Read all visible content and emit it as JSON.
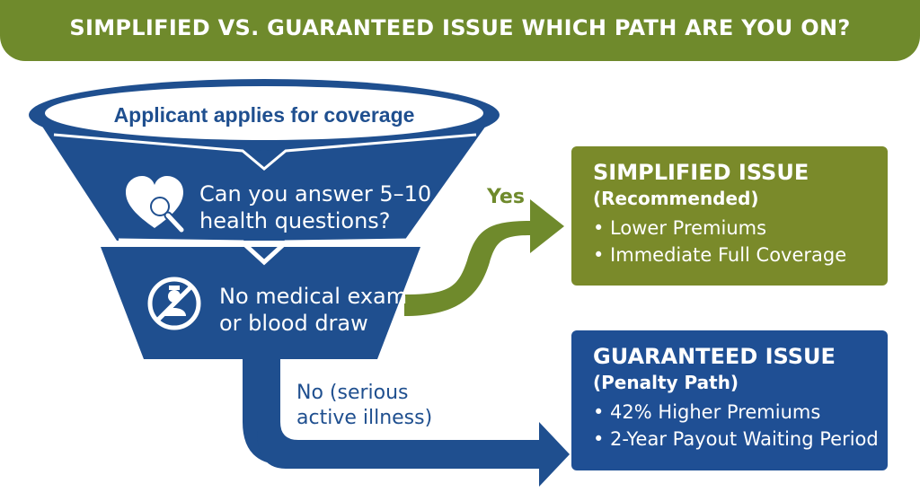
{
  "header": {
    "title": "SIMPLIFIED VS. GUARANTEED ISSUE WHICH PATH ARE YOU ON?"
  },
  "funnel": {
    "top_label": "Applicant applies for coverage",
    "step1_line1": "Can you answer 5–10",
    "step1_line2": "health questions?",
    "step2_line1": "No medical exam",
    "step2_line2": "or blood draw"
  },
  "branches": {
    "yes_label": "Yes",
    "no_line1": "No (serious",
    "no_line2": "active illness)"
  },
  "simplified": {
    "title": "SIMPLIFIED ISSUE",
    "subtitle": "(Recommended)",
    "points": [
      "• Lower Premiums",
      "• Immediate Full Coverage"
    ]
  },
  "guaranteed": {
    "title": "GUARANTEED ISSUE",
    "subtitle": "(Penalty Path)",
    "points": [
      "• 42% Higher Premiums",
      "• 2-Year Payout Waiting Period"
    ]
  },
  "icons": {
    "heart": "heart-magnifier-icon",
    "no_exam": "no-medical-exam-icon"
  },
  "colors": {
    "green": "#6f8a2c",
    "blue": "#1f4f8f"
  }
}
